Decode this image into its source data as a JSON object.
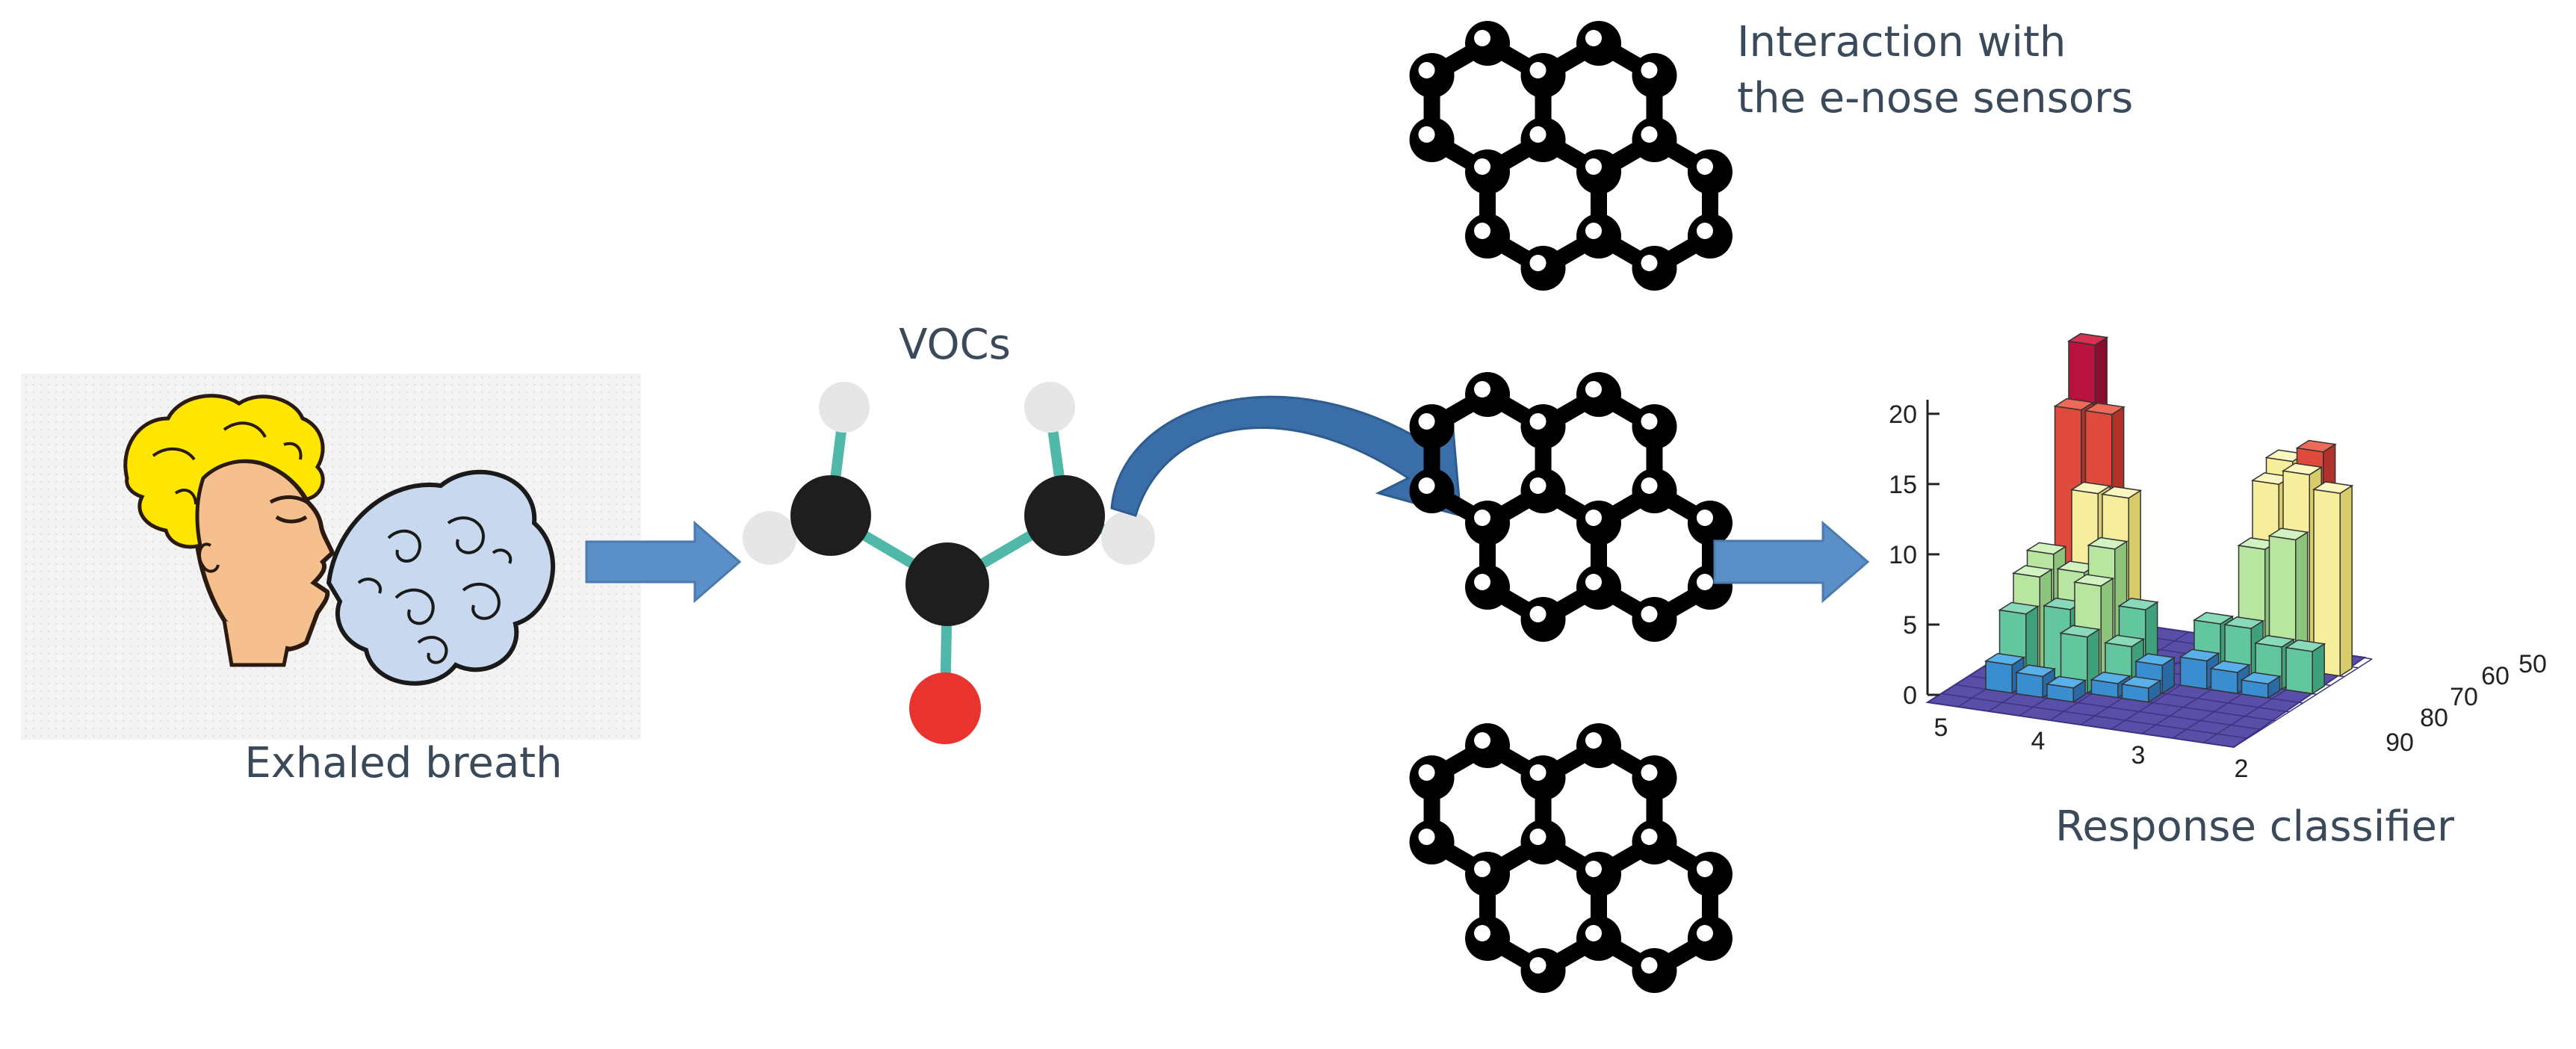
{
  "labels": {
    "exhaled_breath": "Exhaled breath",
    "vocs": "VOCs",
    "interaction_line1": "Interaction with",
    "interaction_line2": "the e-nose sensors",
    "response_classifier": "Response classifier"
  },
  "icons": {
    "person": "person-exhaling-icon",
    "breath_cloud": "breath-cloud-icon",
    "molecule": "voc-molecule-icon",
    "sensor": "graphene-sensor-icon"
  },
  "colors": {
    "flow_arrow": "#5b8fc8",
    "curved_arrow": "#3a6ea8",
    "label_text": "#3b4a5a",
    "carbon_atom": "#1e1e1e",
    "hydrogen_atom": "#e6e6e6",
    "oxygen_atom": "#e8332e",
    "bond": "#4fb8a8",
    "sensor_lattice": "#000000"
  },
  "chart_data": {
    "type": "bar3d",
    "z_ticks": [
      "0",
      "5",
      "10",
      "15",
      "20"
    ],
    "x_ticks": [
      "5",
      "4",
      "3",
      "2"
    ],
    "y_ticks": [
      "90",
      "80",
      "70",
      "60",
      "50"
    ]
  }
}
